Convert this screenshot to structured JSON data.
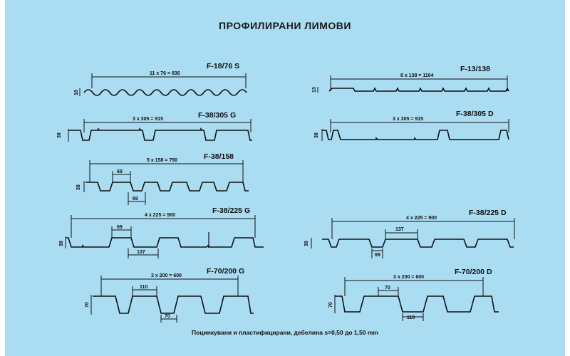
{
  "title": "ПРОФИЛИРАНИ ЛИМОВИ",
  "footer": "Поцинкувани и пластифицирани, дебелина s=0,50 до 1,50 mm",
  "profiles": [
    {
      "id": "f18",
      "name": "F-18/76 S",
      "span": "11 x 76 = 836",
      "height": "18"
    },
    {
      "id": "f13",
      "name": "F-13/138",
      "span": "8 x 138 = 1104",
      "height": "13"
    },
    {
      "id": "f38_305g",
      "name": "F-38/305 G",
      "span": "3 x 305 = 915",
      "height": "38"
    },
    {
      "id": "f38_305d",
      "name": "F-38/305 D",
      "span": "3 x 305 = 915",
      "height": "38"
    },
    {
      "id": "f38_158",
      "name": "F-38/158",
      "span": "5 x 158 = 790",
      "height": "38",
      "rib_top": "69",
      "rib_bottom": "69"
    },
    {
      "id": "f38_225g",
      "name": "F-38/225 G",
      "span": "4 x 225 = 900",
      "height": "38",
      "rib_top": "69",
      "rib_bottom": "137"
    },
    {
      "id": "f38_225d",
      "name": "F-38/225 D",
      "span": "4 x 225 = 900",
      "height": "38",
      "rib_top": "137",
      "rib_bottom": "69"
    },
    {
      "id": "f70_200g",
      "name": "F-70/200 G",
      "span": "3 x 200 = 600",
      "height": "70",
      "rib_top": "110",
      "rib_bottom": "70"
    },
    {
      "id": "f70_200d",
      "name": "F-70/200 D",
      "span": "3 x 200 = 600",
      "height": "70",
      "rib_top": "70",
      "rib_bottom": "110"
    }
  ]
}
